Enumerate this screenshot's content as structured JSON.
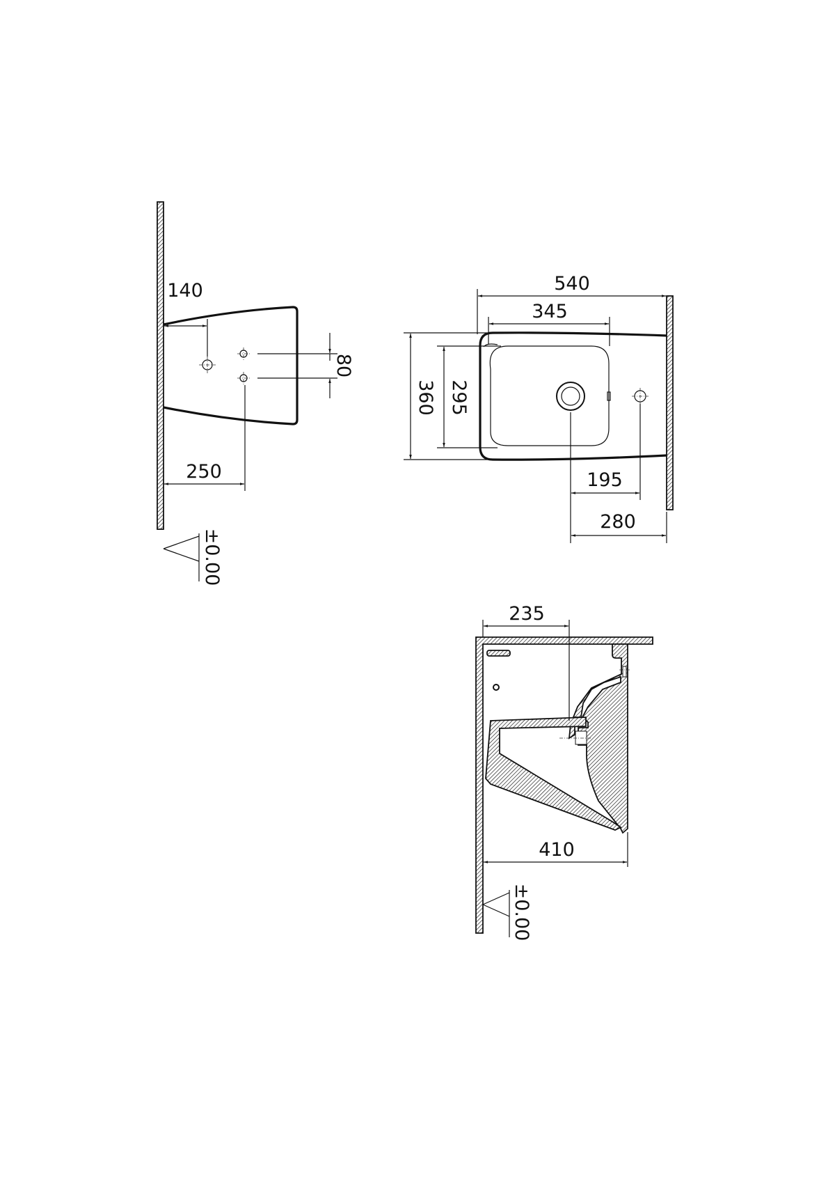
{
  "drawing": {
    "side_view": {
      "dimensions": {
        "wall_to_mounting_hole": "140",
        "wall_to_supply_holes": "250",
        "supply_hole_spacing": "80"
      },
      "datum_label": "±0.00"
    },
    "top_view": {
      "dimensions": {
        "overall_depth": "540",
        "bowl_depth": "345",
        "overall_width": "360",
        "bowl_width": "295",
        "drain_to_tap_hole": "195",
        "drain_to_wall": "280"
      }
    },
    "section_view": {
      "dimensions": {
        "wall_to_outlet": "235",
        "mounting_height": "410"
      },
      "datum_label": "±0.00"
    },
    "colors": {
      "line": "#111111",
      "background": "#ffffff"
    }
  }
}
